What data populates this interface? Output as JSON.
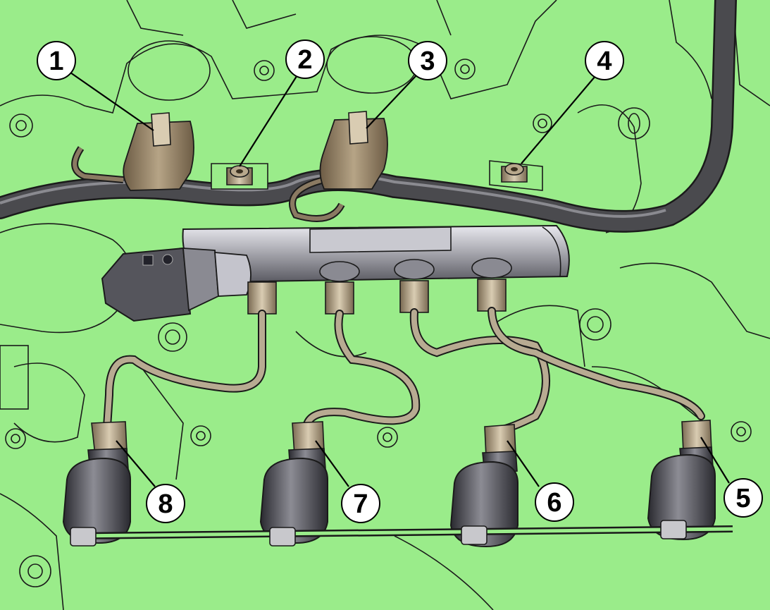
{
  "diagram": {
    "background_color": "#9aec8a",
    "line_color": "#1a1a1a",
    "callouts": [
      {
        "label": "1"
      },
      {
        "label": "2"
      },
      {
        "label": "3"
      },
      {
        "label": "4"
      },
      {
        "label": "5"
      },
      {
        "label": "6"
      },
      {
        "label": "7"
      },
      {
        "label": "8"
      }
    ],
    "component_colors": {
      "connector": "#8a7a62",
      "fuel_rail": "#9a9aa0",
      "injector": "#4a4a50",
      "fuel_line": "#b8ab92",
      "harness": "#454548"
    }
  }
}
